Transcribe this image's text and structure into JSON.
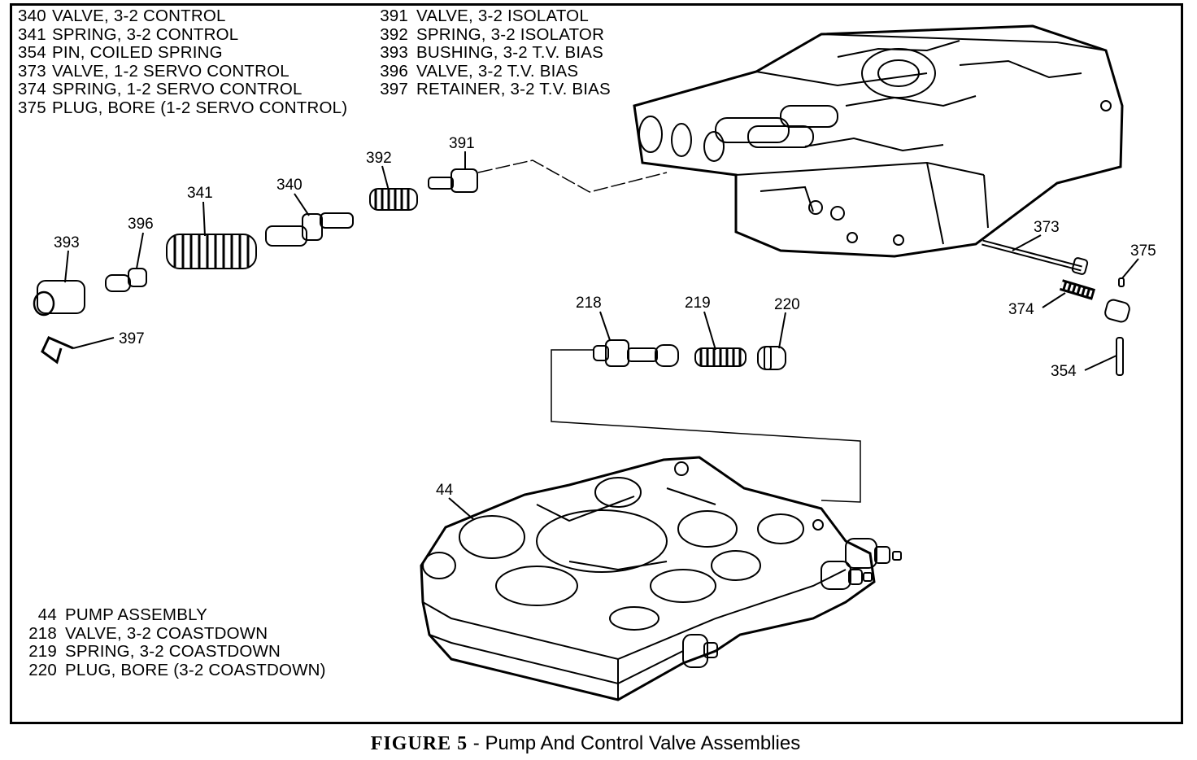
{
  "legend_top_left": [
    {
      "num": "340",
      "desc": "VALVE, 3-2 CONTROL"
    },
    {
      "num": "341",
      "desc": "SPRING, 3-2 CONTROL"
    },
    {
      "num": "354",
      "desc": "PIN, COILED SPRING"
    },
    {
      "num": "373",
      "desc": "VALVE, 1-2 SERVO CONTROL"
    },
    {
      "num": "374",
      "desc": "SPRING, 1-2 SERVO CONTROL"
    },
    {
      "num": "375",
      "desc": "PLUG, BORE (1-2 SERVO CONTROL)"
    }
  ],
  "legend_top_right": [
    {
      "num": "391",
      "desc": "VALVE, 3-2 ISOLATOL"
    },
    {
      "num": "392",
      "desc": "SPRING, 3-2 ISOLATOR"
    },
    {
      "num": "393",
      "desc": "BUSHING, 3-2 T.V. BIAS"
    },
    {
      "num": "396",
      "desc": "VALVE, 3-2 T.V. BIAS"
    },
    {
      "num": "397",
      "desc": "RETAINER, 3-2 T.V. BIAS"
    }
  ],
  "legend_bottom_left": [
    {
      "num": "44",
      "desc": "PUMP ASSEMBLY"
    },
    {
      "num": "218",
      "desc": "VALVE, 3-2 COASTDOWN"
    },
    {
      "num": "219",
      "desc": "SPRING, 3-2 COASTDOWN"
    },
    {
      "num": "220",
      "desc": "PLUG, BORE (3-2 COASTDOWN)"
    }
  ],
  "callouts": {
    "c391": "391",
    "c392": "392",
    "c340": "340",
    "c341": "341",
    "c396": "396",
    "c393": "393",
    "c397": "397",
    "c373": "373",
    "c375": "375",
    "c374": "374",
    "c354": "354",
    "c218": "218",
    "c219": "219",
    "c220": "220",
    "c44": "44"
  },
  "caption": {
    "figure": "FIGURE 5",
    "title": "- Pump And Control Valve Assemblies"
  }
}
